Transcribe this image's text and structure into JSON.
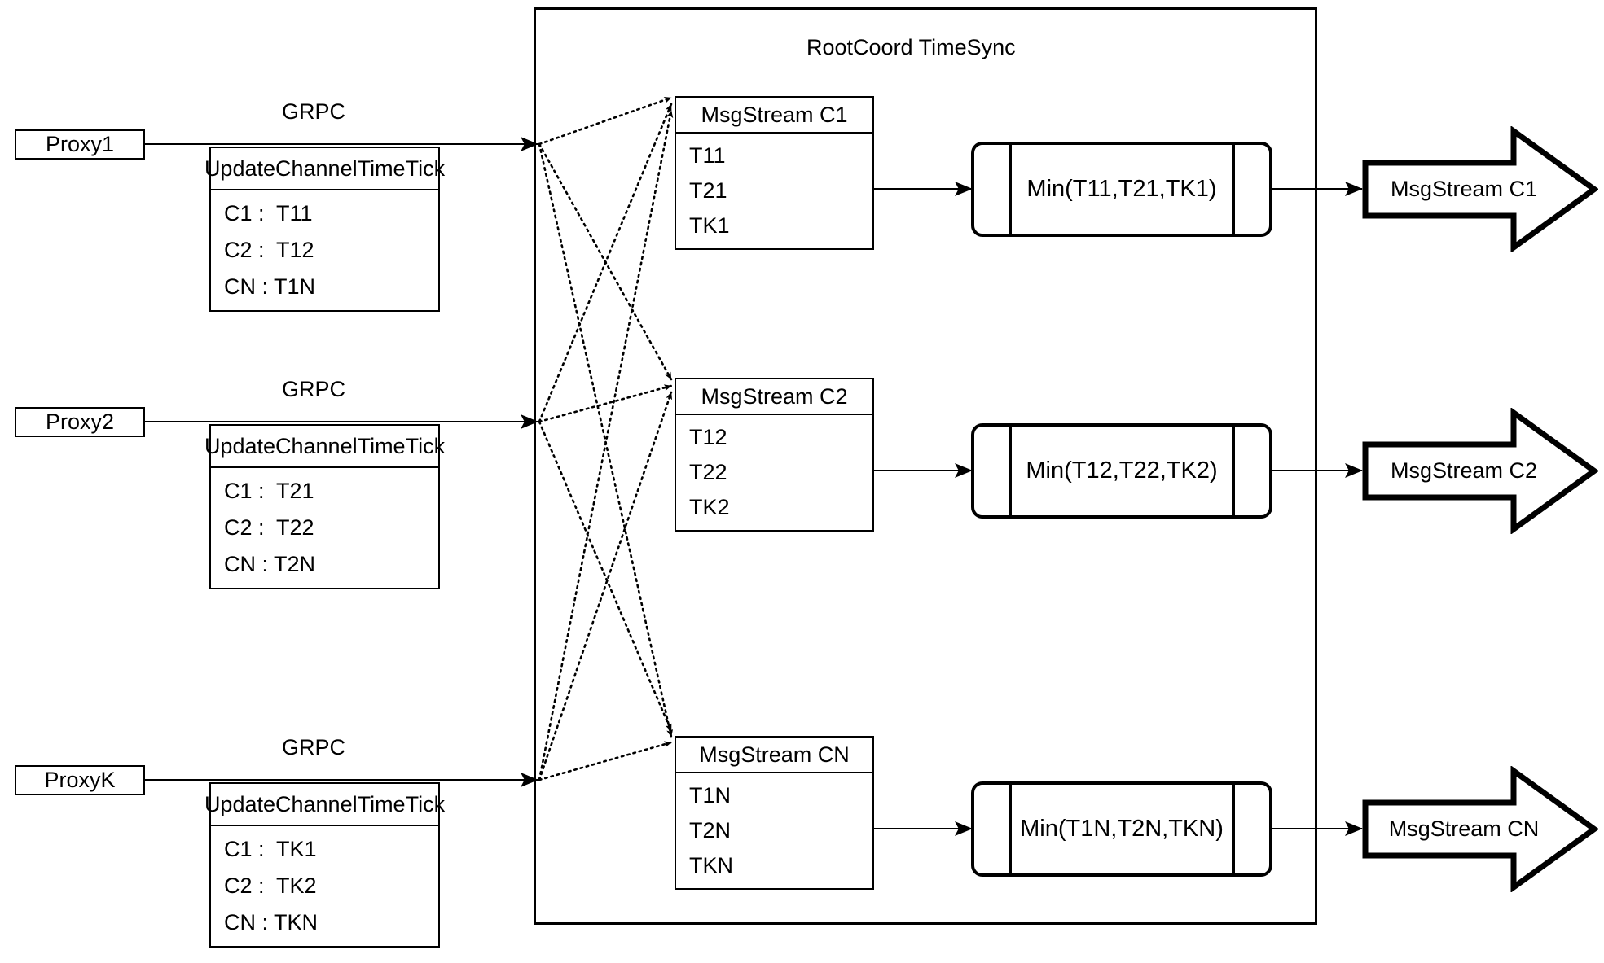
{
  "diagram": {
    "title": "RootCoord TimeSync",
    "grpc_label": "GRPC",
    "rpc_header": "UpdateChannelTimeTick"
  },
  "proxies": [
    {
      "name": "Proxy1",
      "grpc": "GRPC",
      "rpc_header": "UpdateChannelTimeTick",
      "rows": [
        "C1 :  T11",
        "C2 :  T12",
        "CN : T1N"
      ]
    },
    {
      "name": "Proxy2",
      "grpc": "GRPC",
      "rpc_header": "UpdateChannelTimeTick",
      "rows": [
        "C1 :  T21",
        "C2 :  T22",
        "CN : T2N"
      ]
    },
    {
      "name": "ProxyK",
      "grpc": "GRPC",
      "rpc_header": "UpdateChannelTimeTick",
      "rows": [
        "C1 :  TK1",
        "C2 :  TK2",
        "CN : TKN"
      ]
    }
  ],
  "channels": [
    {
      "stream_title": "MsgStream C1",
      "stream_rows": [
        "T11",
        "T21",
        "TK1"
      ],
      "min_label": "Min(T11,T21,TK1)",
      "output_label": "MsgStream C1"
    },
    {
      "stream_title": "MsgStream C2",
      "stream_rows": [
        "T12",
        "T22",
        "TK2"
      ],
      "min_label": "Min(T12,T22,TK2)",
      "output_label": "MsgStream C2"
    },
    {
      "stream_title": "MsgStream CN",
      "stream_rows": [
        "T1N",
        "T2N",
        "TKN"
      ],
      "min_label": "Min(T1N,T2N,TKN)",
      "output_label": "MsgStream CN"
    }
  ],
  "colors": {
    "stroke": "#000000",
    "background": "#ffffff"
  }
}
